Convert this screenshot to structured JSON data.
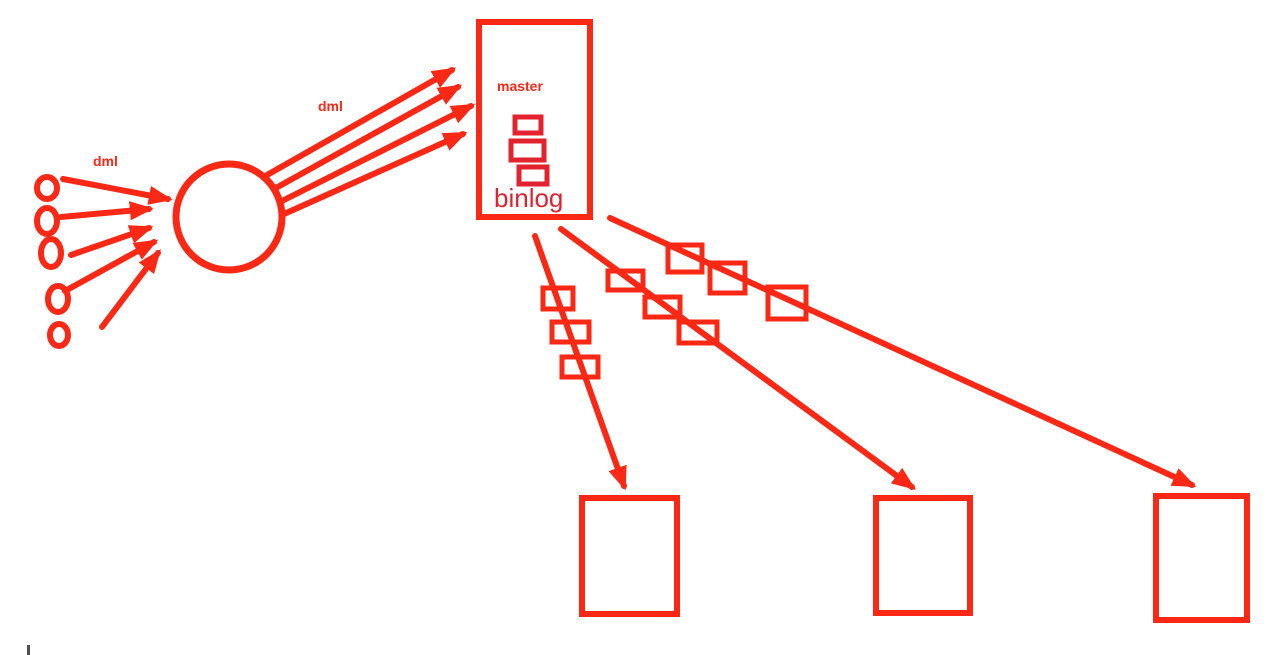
{
  "labels": {
    "dml_left": "dml",
    "dml_center": "dml",
    "master": "master",
    "binlog": "binlog"
  },
  "colors": {
    "accent": "#fa2814",
    "crimson": "#e2232f",
    "cursor": "#4f4f4f",
    "background": "#ffffff"
  },
  "structure": {
    "client_nodes": 5,
    "client_dml_arrows": 5,
    "master_dml_arrows": 4,
    "master_queue_items": 3,
    "replication_streams": 3,
    "binlog_events_per_stream": 3,
    "slave_boxes": 3
  }
}
